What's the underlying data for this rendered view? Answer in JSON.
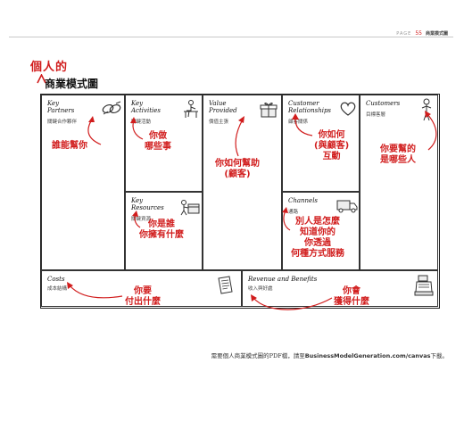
{
  "page_marker": {
    "word": "PAGE",
    "number": "55",
    "title": "商業模式圖"
  },
  "handwritten_title": "個人的",
  "title": "商業模式圖",
  "blocks": {
    "key_partners": {
      "heading": "Key\nPartners",
      "subtitle": "關鍵合作夥伴",
      "icon": "chain-links-icon",
      "note": "誰能幫你"
    },
    "key_activities": {
      "heading": "Key\nActivities",
      "subtitle": "關鍵活動",
      "icon": "worker-at-table-icon",
      "note": "你做\n哪些事"
    },
    "key_resources": {
      "heading": "Key\nResources",
      "subtitle": "關鍵資源",
      "icon": "person-with-box-icon",
      "note": "你是誰\n你擁有什麼"
    },
    "value_provided": {
      "heading": "Value\nProvided",
      "subtitle": "價值主張",
      "icon": "gift-box-icon",
      "note": "你如何幫助\n(顧客)"
    },
    "customer_relationships": {
      "heading": "Customer\nRelationships",
      "subtitle": "顧客關係",
      "icon": "heart-icon",
      "note": "你如何\n(與顧客)\n互動"
    },
    "channels": {
      "heading": "Channels",
      "subtitle": "通路",
      "icon": "delivery-truck-icon",
      "note": "別人是怎麼\n知道你的\n你透過\n何種方式服務"
    },
    "customers": {
      "heading": "Customers",
      "subtitle": "目標客層",
      "icon": "standing-person-icon",
      "note": "你要幫的\n是哪些人"
    },
    "costs": {
      "heading": "Costs",
      "subtitle": "成本結構",
      "icon": "invoice-icon",
      "note": "你要\n付出什麼"
    },
    "revenue": {
      "heading": "Revenue and Benefits",
      "subtitle": "收入與好處",
      "icon": "cash-register-icon",
      "note": "你會\n獲得什麼"
    }
  },
  "footer": {
    "prefix": "需要個人商業模式圖的PDF檔，請至",
    "url": "BusinessModelGeneration.com/canvas",
    "suffix": "下載。"
  }
}
